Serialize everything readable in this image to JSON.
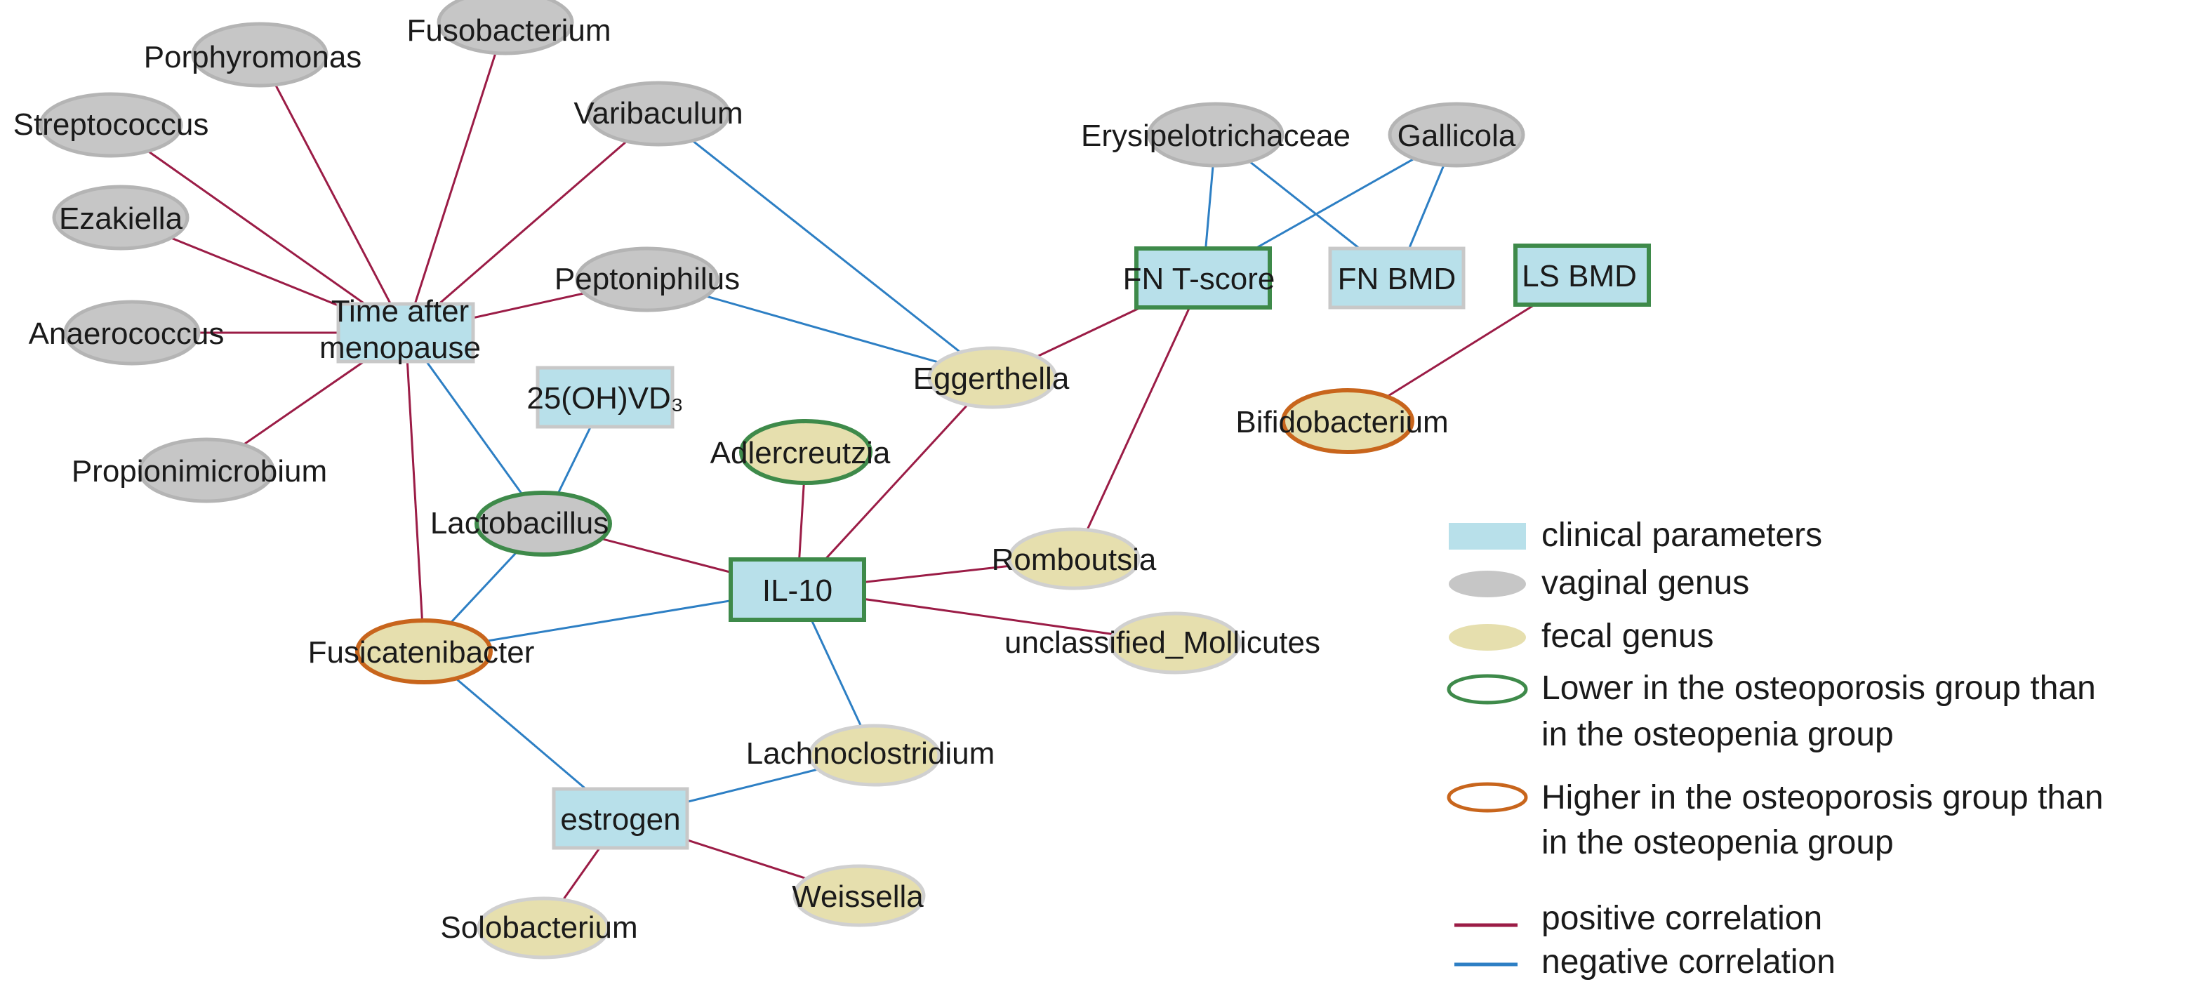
{
  "colors": {
    "clinical_fill": "#b8e0ea",
    "clinical_border": "#c8c8c8",
    "vaginal_fill": "#c6c6c6",
    "vaginal_border": "#b4b4b4",
    "fecal_fill": "#e6dfae",
    "fecal_border": "#d0d0d0",
    "lower_border": "#3e8a4a",
    "higher_border": "#c8651c",
    "positive": "#9b1c46",
    "negative": "#2d7fc4"
  },
  "nodes": [
    {
      "id": "porphyromonas",
      "label": "Porphyromonas",
      "kind": "vaginal",
      "mark": "none"
    },
    {
      "id": "fusobacterium",
      "label": "Fusobacterium",
      "kind": "vaginal",
      "mark": "none"
    },
    {
      "id": "streptococcus",
      "label": "Streptococcus",
      "kind": "vaginal",
      "mark": "none"
    },
    {
      "id": "varibaculum",
      "label": "Varibaculum",
      "kind": "vaginal",
      "mark": "none"
    },
    {
      "id": "erysipelotrichaceae",
      "label": "Erysipelotrichaceae",
      "kind": "vaginal",
      "mark": "none"
    },
    {
      "id": "gallicola",
      "label": "Gallicola",
      "kind": "vaginal",
      "mark": "none"
    },
    {
      "id": "ezakiella",
      "label": "Ezakiella",
      "kind": "vaginal",
      "mark": "none"
    },
    {
      "id": "peptoniphilus",
      "label": "Peptoniphilus",
      "kind": "vaginal",
      "mark": "none"
    },
    {
      "id": "time_after_menopause",
      "label": "Time after\nmenopause",
      "kind": "clinical",
      "mark": "none"
    },
    {
      "id": "anaerococcus",
      "label": "Anaerococcus",
      "kind": "vaginal",
      "mark": "none"
    },
    {
      "id": "fn_tscore",
      "label": "FN T-score",
      "kind": "clinical",
      "mark": "lower"
    },
    {
      "id": "fn_bmd",
      "label": "FN BMD",
      "kind": "clinical",
      "mark": "none"
    },
    {
      "id": "ls_bmd",
      "label": "LS BMD",
      "kind": "clinical",
      "mark": "lower"
    },
    {
      "id": "eggerthella",
      "label": "Eggerthella",
      "kind": "fecal",
      "mark": "none"
    },
    {
      "id": "vd3",
      "label": "25(OH)VD₃",
      "kind": "clinical",
      "mark": "none"
    },
    {
      "id": "bifidobacterium",
      "label": "Bifidobacterium",
      "kind": "fecal",
      "mark": "higher"
    },
    {
      "id": "adlercreutzia",
      "label": "Adlercreutzia",
      "kind": "fecal",
      "mark": "lower"
    },
    {
      "id": "propionimicrobium",
      "label": "Propionimicrobium",
      "kind": "vaginal",
      "mark": "none"
    },
    {
      "id": "lactobacillus",
      "label": "Lactobacillus",
      "kind": "vaginal",
      "mark": "lower"
    },
    {
      "id": "romboutsia",
      "label": "Romboutsia",
      "kind": "fecal",
      "mark": "none"
    },
    {
      "id": "il10",
      "label": "IL-10",
      "kind": "clinical",
      "mark": "lower"
    },
    {
      "id": "unclassified_mollicutes",
      "label": "unclassified_Mollicutes",
      "kind": "fecal",
      "mark": "none"
    },
    {
      "id": "fusicatenibacter",
      "label": "Fusicatenibacter",
      "kind": "fecal",
      "mark": "higher"
    },
    {
      "id": "lachnoclostridium",
      "label": "Lachnoclostridium",
      "kind": "fecal",
      "mark": "none"
    },
    {
      "id": "estrogen",
      "label": "estrogen",
      "kind": "clinical",
      "mark": "none"
    },
    {
      "id": "weissella",
      "label": "Weissella",
      "kind": "fecal",
      "mark": "none"
    },
    {
      "id": "solobacterium",
      "label": "Solobacterium",
      "kind": "fecal",
      "mark": "none"
    }
  ],
  "edges": [
    {
      "from": "time_after_menopause",
      "to": "porphyromonas",
      "sign": "positive"
    },
    {
      "from": "time_after_menopause",
      "to": "fusobacterium",
      "sign": "positive"
    },
    {
      "from": "time_after_menopause",
      "to": "streptococcus",
      "sign": "positive"
    },
    {
      "from": "time_after_menopause",
      "to": "ezakiella",
      "sign": "positive"
    },
    {
      "from": "time_after_menopause",
      "to": "anaerococcus",
      "sign": "positive"
    },
    {
      "from": "time_after_menopause",
      "to": "propionimicrobium",
      "sign": "positive"
    },
    {
      "from": "time_after_menopause",
      "to": "varibaculum",
      "sign": "positive"
    },
    {
      "from": "time_after_menopause",
      "to": "peptoniphilus",
      "sign": "positive"
    },
    {
      "from": "time_after_menopause",
      "to": "lactobacillus",
      "sign": "negative"
    },
    {
      "from": "time_after_menopause",
      "to": "fusicatenibacter",
      "sign": "positive"
    },
    {
      "from": "varibaculum",
      "to": "eggerthella",
      "sign": "negative"
    },
    {
      "from": "peptoniphilus",
      "to": "eggerthella",
      "sign": "negative"
    },
    {
      "from": "eggerthella",
      "to": "fn_tscore",
      "sign": "positive"
    },
    {
      "from": "eggerthella",
      "to": "il10",
      "sign": "positive"
    },
    {
      "from": "erysipelotrichaceae",
      "to": "fn_tscore",
      "sign": "negative"
    },
    {
      "from": "erysipelotrichaceae",
      "to": "fn_bmd",
      "sign": "negative"
    },
    {
      "from": "gallicola",
      "to": "fn_tscore",
      "sign": "negative"
    },
    {
      "from": "gallicola",
      "to": "fn_bmd",
      "sign": "negative"
    },
    {
      "from": "fn_tscore",
      "to": "romboutsia",
      "sign": "positive"
    },
    {
      "from": "ls_bmd",
      "to": "bifidobacterium",
      "sign": "positive"
    },
    {
      "from": "vd3",
      "to": "lactobacillus",
      "sign": "negative"
    },
    {
      "from": "adlercreutzia",
      "to": "il10",
      "sign": "positive"
    },
    {
      "from": "lactobacillus",
      "to": "il10",
      "sign": "positive"
    },
    {
      "from": "lactobacillus",
      "to": "fusicatenibacter",
      "sign": "negative"
    },
    {
      "from": "il10",
      "to": "romboutsia",
      "sign": "positive"
    },
    {
      "from": "il10",
      "to": "unclassified_mollicutes",
      "sign": "positive"
    },
    {
      "from": "il10",
      "to": "fusicatenibacter",
      "sign": "negative"
    },
    {
      "from": "il10",
      "to": "lachnoclostridium",
      "sign": "negative"
    },
    {
      "from": "fusicatenibacter",
      "to": "estrogen",
      "sign": "negative"
    },
    {
      "from": "estrogen",
      "to": "lachnoclostridium",
      "sign": "negative"
    },
    {
      "from": "estrogen",
      "to": "weissella",
      "sign": "positive"
    },
    {
      "from": "estrogen",
      "to": "solobacterium",
      "sign": "positive"
    }
  ],
  "legend": [
    {
      "kind": "swatch-rect",
      "style": "clinical",
      "lines": [
        "clinical parameters"
      ]
    },
    {
      "kind": "swatch-ellipse",
      "style": "vaginal",
      "lines": [
        "vaginal genus"
      ]
    },
    {
      "kind": "swatch-ellipse",
      "style": "fecal",
      "lines": [
        "fecal genus"
      ]
    },
    {
      "kind": "swatch-ellipse",
      "style": "lower",
      "lines": [
        "Lower in the osteoporosis group than",
        "in the osteopenia group"
      ]
    },
    {
      "kind": "swatch-ellipse",
      "style": "higher",
      "lines": [
        "Higher in the osteoporosis group than",
        "in the osteopenia group"
      ]
    },
    {
      "kind": "swatch-line",
      "style": "positive",
      "lines": [
        "positive correlation"
      ]
    },
    {
      "kind": "swatch-line",
      "style": "negative",
      "lines": [
        "negative correlation"
      ]
    }
  ]
}
